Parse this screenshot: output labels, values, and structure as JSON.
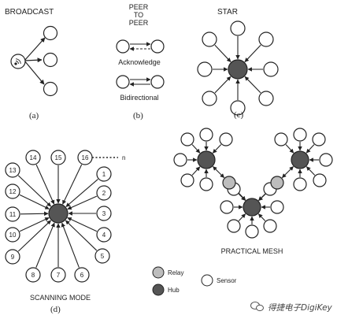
{
  "colors": {
    "line": "#222222",
    "hub": "#555555",
    "relay": "#bdbdbd",
    "sensor": "#ffffff"
  },
  "panels": {
    "broadcast": {
      "title": "BROADCAST",
      "caption": "(a)"
    },
    "peer": {
      "title_line1": "PEER",
      "title_line2": "TO",
      "title_line3": "PEER",
      "acknowledge": "Acknowledge",
      "bidirectional": "Bidirectional",
      "caption": "(b)"
    },
    "star": {
      "title": "STAR",
      "caption": "(c)"
    },
    "scan": {
      "title": "SCANNING MODE",
      "caption": "(d)",
      "node_labels": [
        "1",
        "2",
        "3",
        "4",
        "5",
        "6",
        "7",
        "8",
        "9",
        "10",
        "11",
        "12",
        "13",
        "14",
        "15",
        "16"
      ],
      "n_label": "n"
    },
    "mesh": {
      "title": "PRACTICAL MESH"
    }
  },
  "legend": {
    "relay": "Relay",
    "hub": "Hub",
    "sensor": "Sensor"
  },
  "watermark": {
    "text": "得捷电子DigiKey",
    "icon": "wechat-icon"
  }
}
